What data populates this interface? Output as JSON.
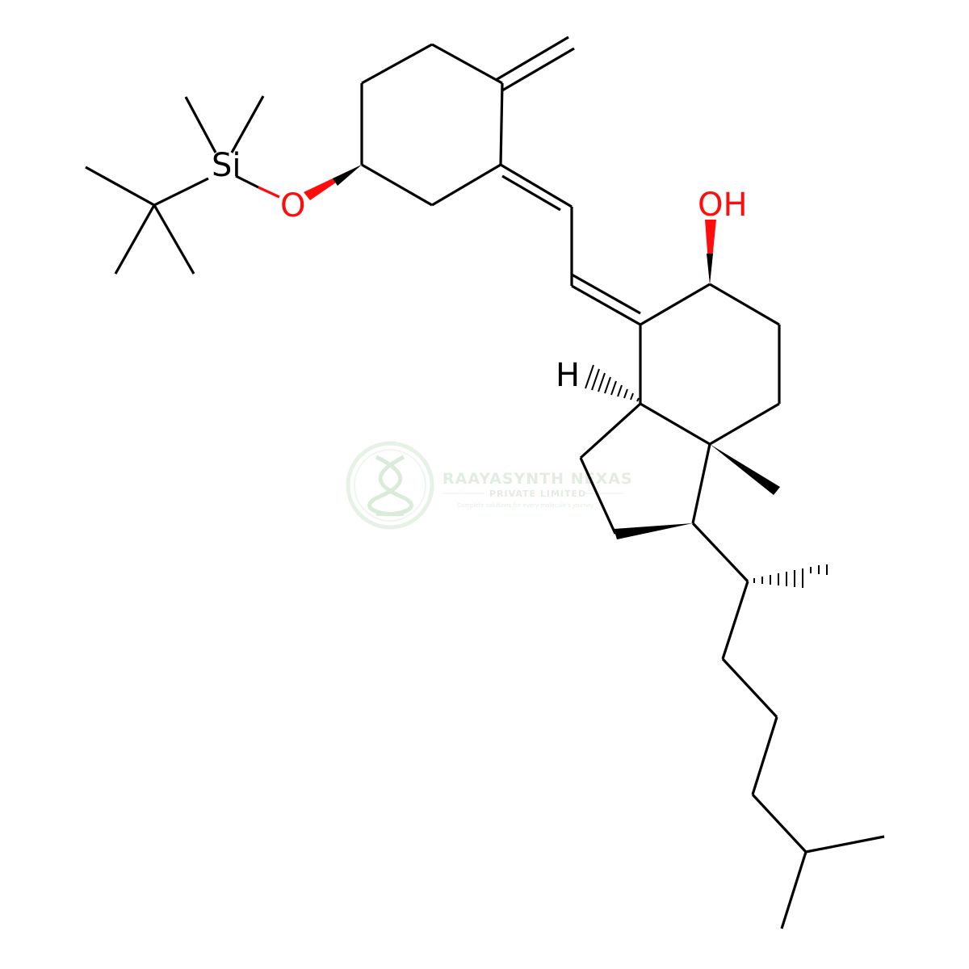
{
  "molecule": {
    "labels": {
      "si": "Si",
      "o_ether": "O",
      "oh": "OH",
      "h": "H"
    },
    "colors": {
      "bond": "#000000",
      "oxygen": "#ff0d0d",
      "carbon_text": "#000000"
    }
  },
  "watermark": {
    "company": "RAAYASYNTH NEXAS",
    "subtitle": "PRIVATE LIMITED",
    "tagline": "Complete solutions for every molecule's journey",
    "logo_icon": "dna-helix-icon",
    "color": "#cfe6cf"
  }
}
